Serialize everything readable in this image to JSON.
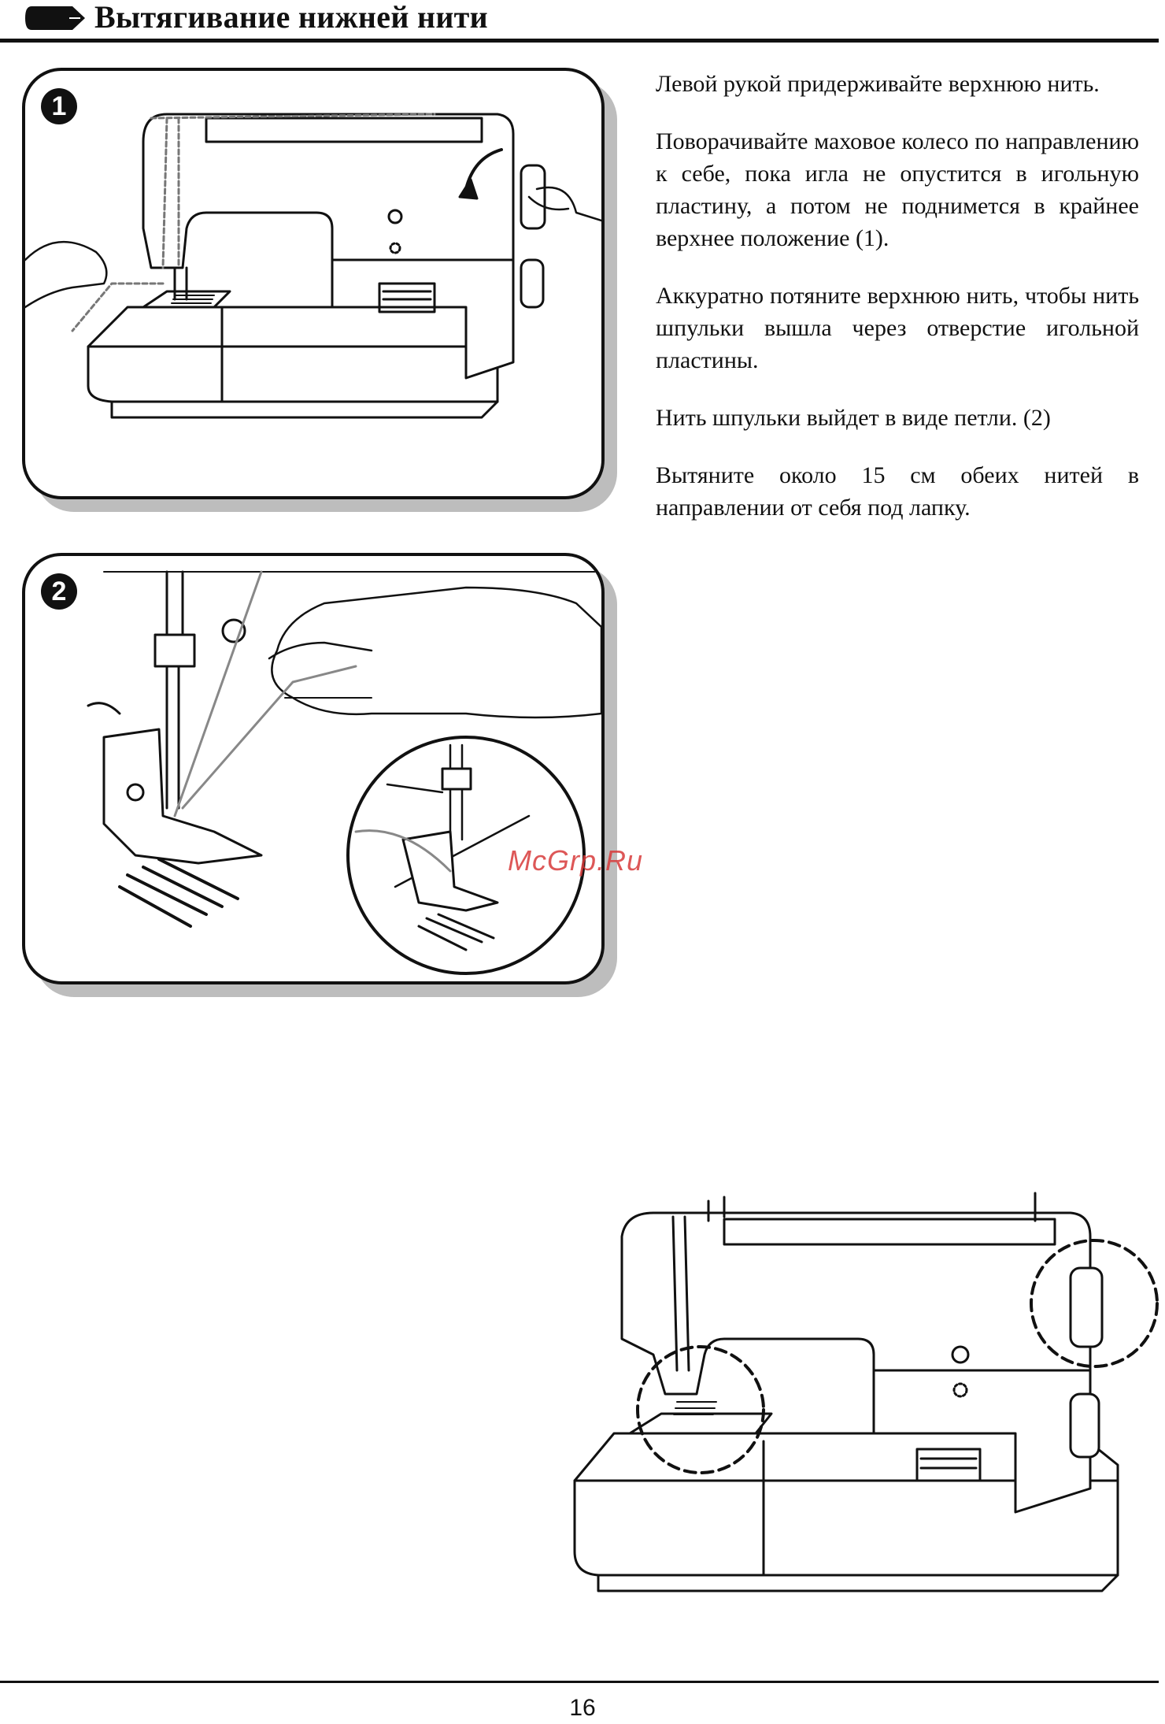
{
  "header": {
    "title": "Вытягивание нижней нити"
  },
  "steps": [
    {
      "number": "1",
      "icon": "sewing-machine-handwheel-illustration"
    },
    {
      "number": "2",
      "icon": "presser-foot-thread-illustration"
    }
  ],
  "instructions": [
    "Левой рукой придерживайте верхнюю нить.",
    "Поворачивайте маховое колесо по направлению к себе, пока игла не опустится в игольную пластину, а потом не поднимется в крайнее верхнее положение (1).",
    "Аккуратно потяните верхнюю нить, чтобы нить шпульки вышла через отверстие игольной пластины.",
    "Нить шпульки выйдет в виде петли. (2)",
    "Вытяните около 15 см обеих нитей в направлении от себя под лапку."
  ],
  "watermark": "McGrp.Ru",
  "footer": {
    "page_number": "16"
  }
}
